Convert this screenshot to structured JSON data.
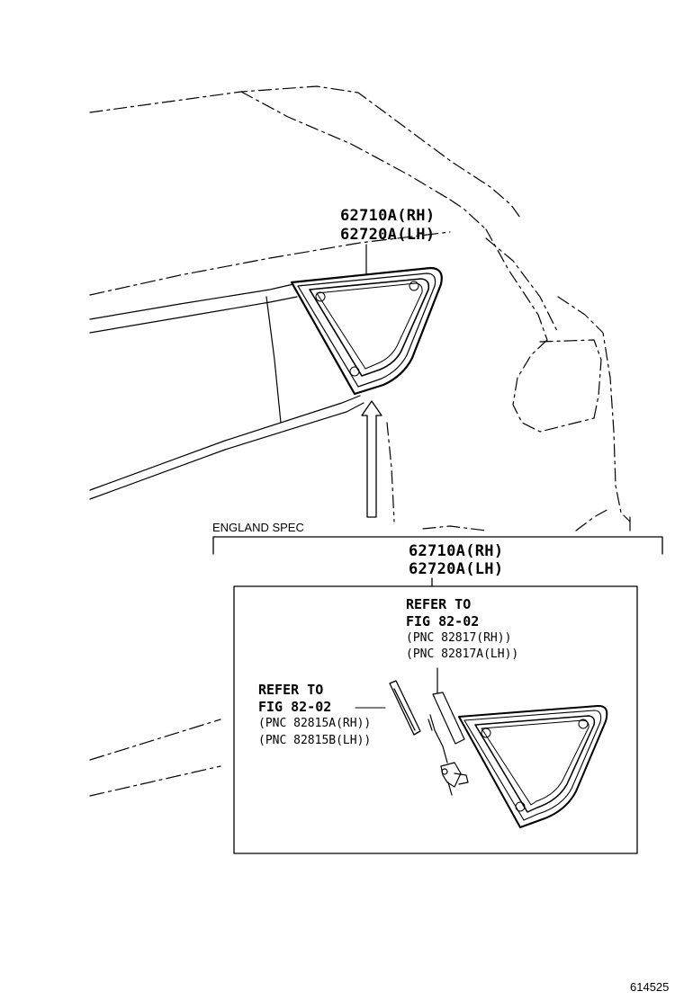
{
  "main_callout": {
    "rh": "62710A(RH)",
    "lh": "62720A(LH)"
  },
  "england_spec": {
    "label": "ENGLAND SPEC",
    "rh": "62710A(RH)",
    "lh": "62720A(LH)"
  },
  "ref_upper": {
    "title": "REFER TO",
    "fig": "FIG 82-02",
    "pnc_rh": "(PNC 82817(RH))",
    "pnc_lh": "(PNC 82817A(LH))"
  },
  "ref_lower": {
    "title": "REFER TO",
    "fig": "FIG 82-02",
    "pnc_rh": "(PNC 82815A(RH))",
    "pnc_lh": "(PNC 82815B(LH))"
  },
  "figure_number": "614525",
  "colors": {
    "line": "#000000",
    "background": "#ffffff"
  }
}
